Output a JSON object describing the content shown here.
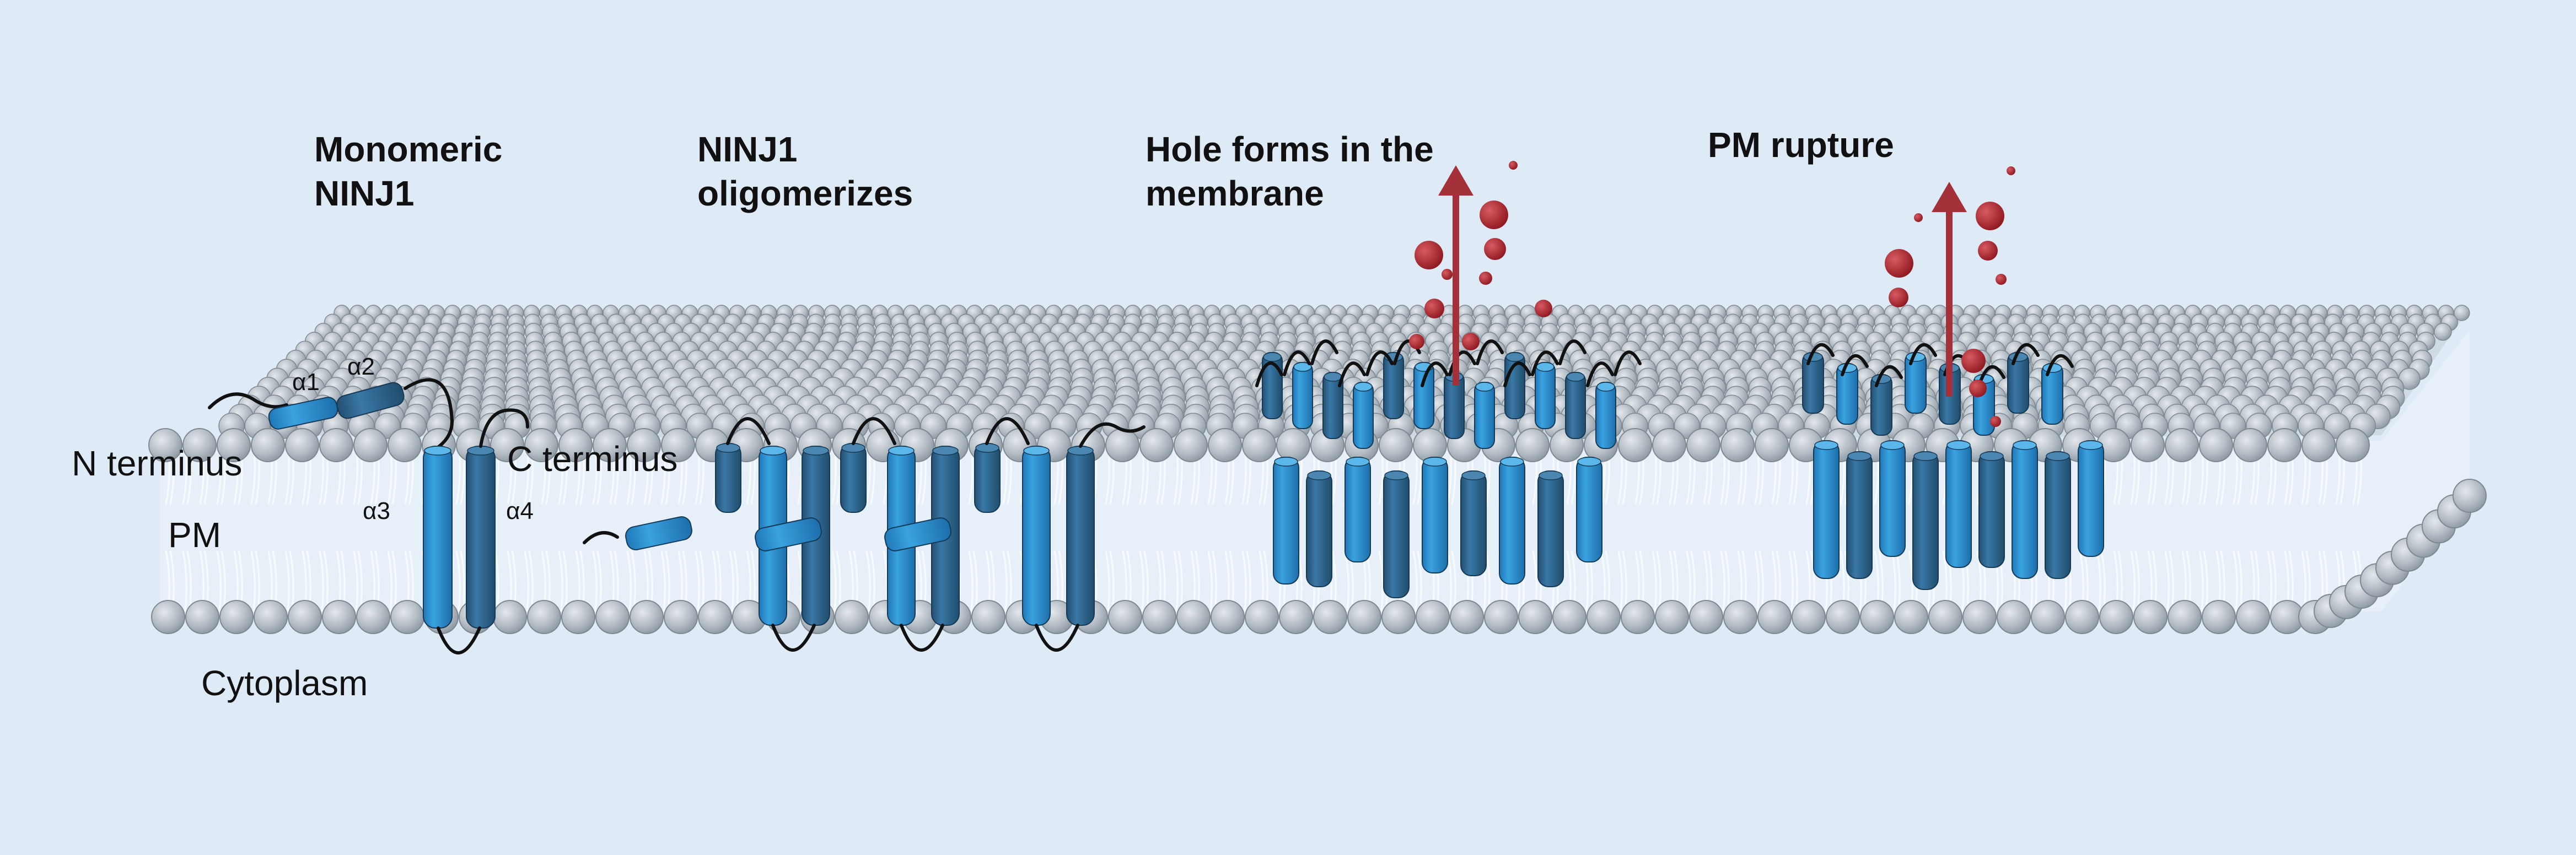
{
  "diagram": {
    "stages": [
      {
        "title_line1": "Monomeric",
        "title_line2": "NINJ1"
      },
      {
        "title_line1": "NINJ1",
        "title_line2": "oligomerizes"
      },
      {
        "title_line1": "Hole forms in the",
        "title_line2": "membrane"
      },
      {
        "title_line1": "PM rupture",
        "title_line2": ""
      }
    ],
    "labels": {
      "n_terminus": "N terminus",
      "c_terminus": "C terminus",
      "pm": "PM",
      "cytoplasm": "Cytoplasm"
    },
    "helices": {
      "a1": "α1",
      "a2": "α2",
      "a3": "α3",
      "a4": "α4"
    },
    "colors": {
      "background": "#deebf7",
      "lipid_head": "#a9b2ba",
      "lipid_head_light": "#dde2e6",
      "helix_light": "#2e8fcf",
      "helix_dark": "#2c6791",
      "release_arrow": "#a4303a",
      "released_content": "#a8232d"
    }
  }
}
